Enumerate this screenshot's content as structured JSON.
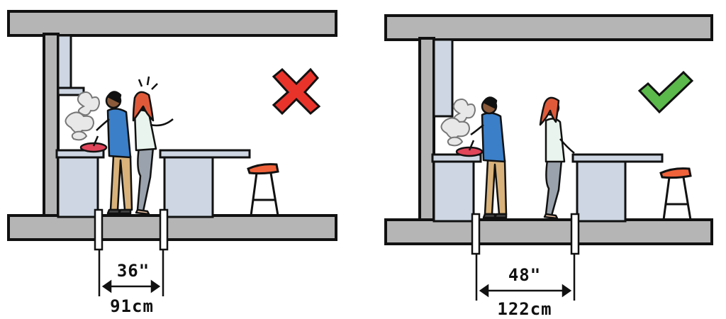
{
  "panels": [
    {
      "id": "narrow",
      "verdict": "incorrect",
      "verdict_symbol": "cross",
      "verdict_color": "#e8332b",
      "dimension_imperial": "36\"",
      "dimension_metric": "91cm"
    },
    {
      "id": "wide",
      "verdict": "correct",
      "verdict_symbol": "check",
      "verdict_color": "#5bb84a",
      "dimension_imperial": "48\"",
      "dimension_metric": "122cm"
    }
  ],
  "colors": {
    "structure": "#b5b5b5",
    "cabinet": "#cdd6e2",
    "stool_seat": "#f0623a",
    "outline": "#111111",
    "man_shirt": "#3a7fc8",
    "man_pants": "#d8b27a",
    "woman_hair": "#e05a3a",
    "woman_pants": "#9aa3ad",
    "pan": "#e0455a"
  },
  "icons": [
    "cross-icon",
    "check-icon",
    "steam-icon",
    "stool-icon",
    "dimension-arrow-icon"
  ]
}
